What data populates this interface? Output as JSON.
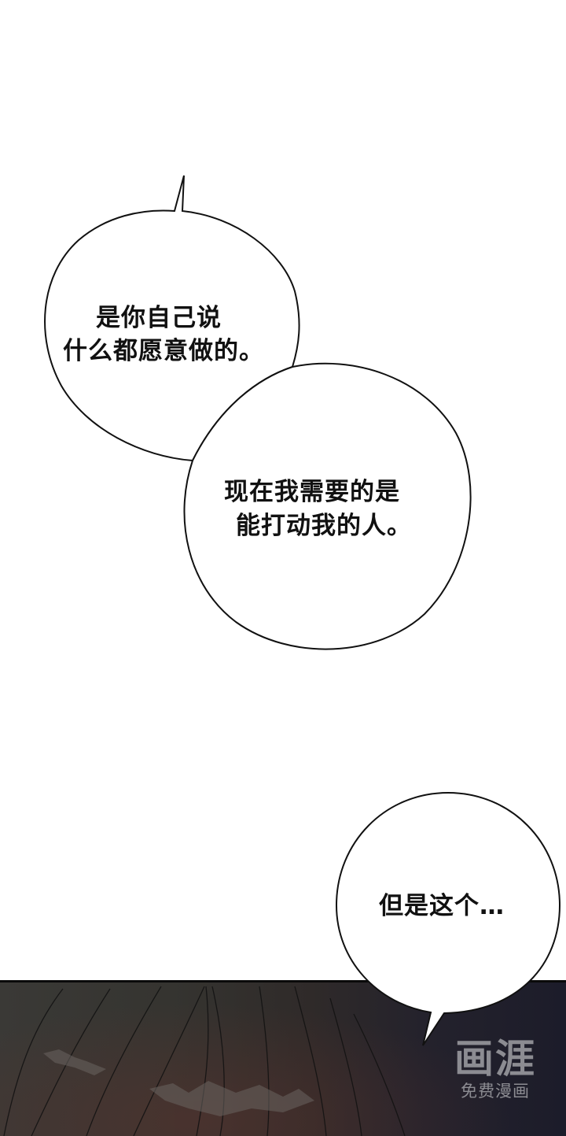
{
  "panels": {
    "top": {
      "background": "#ffffff"
    },
    "bottom": {
      "background": "#2f2d2c",
      "accent_night": "#1c1c2a",
      "border": "#0a0a0a"
    }
  },
  "bubbles": [
    {
      "id": "bubble-1",
      "lines": [
        "是你自己说",
        "什么都愿意做的。"
      ]
    },
    {
      "id": "bubble-2",
      "lines": [
        "现在我需要的是",
        "能打动我的人。"
      ]
    },
    {
      "id": "bubble-3",
      "lines": [
        "但是这个…"
      ]
    }
  ],
  "watermark": {
    "brand": "画涯",
    "tagline": "免费漫画",
    "color": "#8c8c92"
  }
}
